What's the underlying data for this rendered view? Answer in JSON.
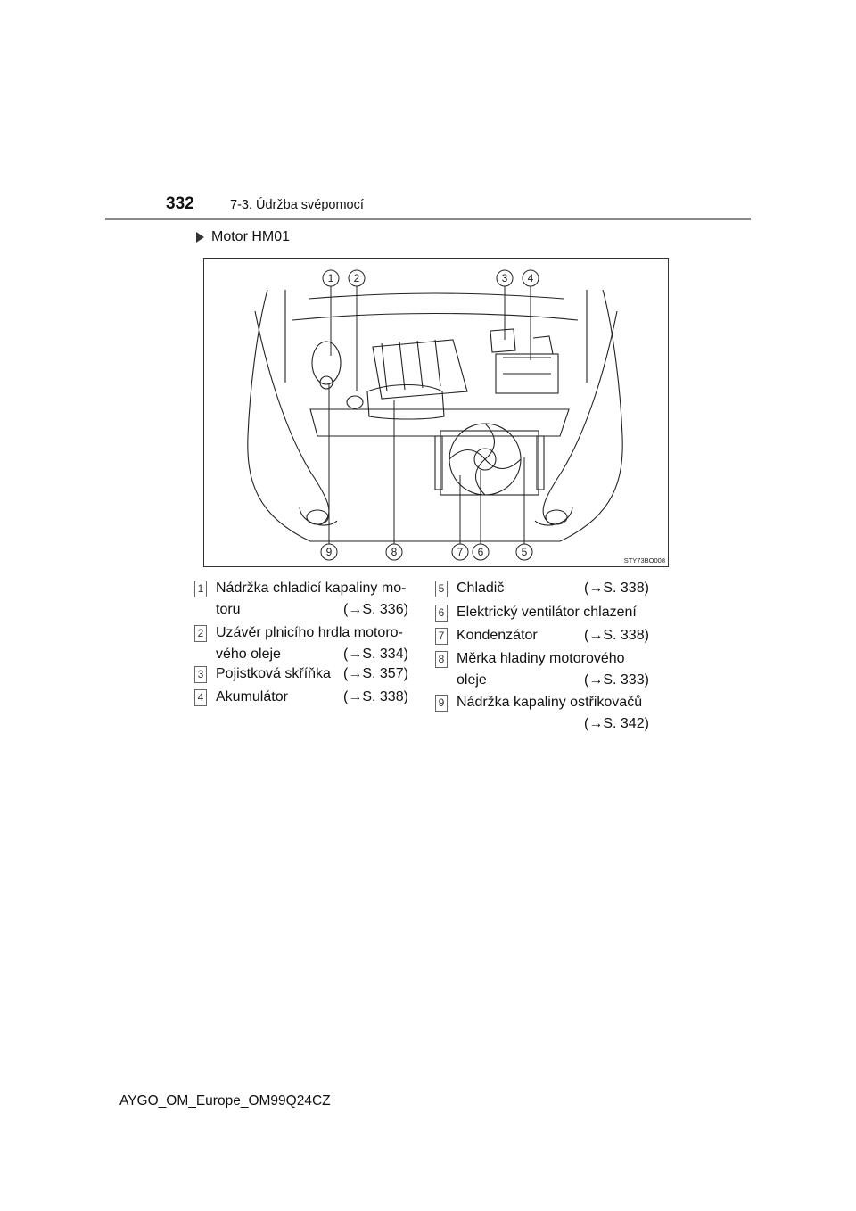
{
  "header": {
    "page_number": "332",
    "section_title": "7-3. Údržba svépomocí"
  },
  "variant_label": "Motor HM01",
  "figure": {
    "code": "STY73BO008",
    "callouts": [
      "1",
      "2",
      "3",
      "4",
      "5",
      "6",
      "7",
      "8",
      "9"
    ]
  },
  "legend": [
    {
      "num": "1",
      "line1": "Nádržka chladicí kapaliny mo-",
      "line2": "toru",
      "ref": "(→S. 336)"
    },
    {
      "num": "2",
      "line1": "Uzávěr plnicího hrdla motoro-",
      "line2": "vého oleje",
      "ref": "(→S. 334)"
    },
    {
      "num": "3",
      "line1": "Pojistková skříňka",
      "ref": "(→S. 357)"
    },
    {
      "num": "4",
      "line1": "Akumulátor",
      "ref": "(→S. 338)"
    },
    {
      "num": "5",
      "line1": "Chladič",
      "ref": "(→S. 338)"
    },
    {
      "num": "6",
      "line1": "Elektrický ventilátor chlazení"
    },
    {
      "num": "7",
      "line1": "Kondenzátor",
      "ref": "(→S. 338)"
    },
    {
      "num": "8",
      "line1": "Měrka hladiny motorového",
      "line2": "oleje",
      "ref": "(→S. 333)"
    },
    {
      "num": "9",
      "line1": "Nádržka kapaliny ostřikovačů",
      "ref": "(→S. 342)"
    }
  ],
  "footer": "AYGO_OM_Europe_OM99Q24CZ"
}
